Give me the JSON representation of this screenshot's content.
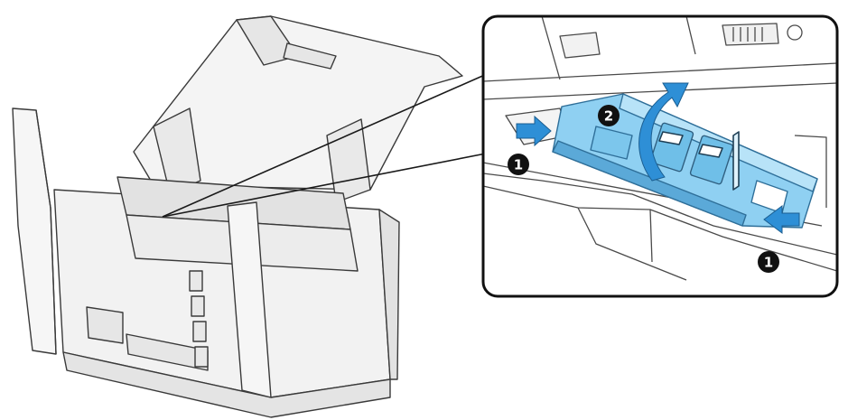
{
  "callouts": {
    "step1_left": "1",
    "step2": "2",
    "step1_right": "1"
  },
  "colors": {
    "line": "#3a3a3a",
    "body": "#f4f4f4",
    "shade": "#dcdcdc",
    "cover_blue": "#8fd0f2",
    "cover_blue_dark": "#4a9fd0",
    "arrow_blue": "#2e8fd6",
    "badge": "#111111"
  },
  "icons": [
    "push-arrow-icon",
    "lift-arrow-icon",
    "step-number-badge"
  ]
}
